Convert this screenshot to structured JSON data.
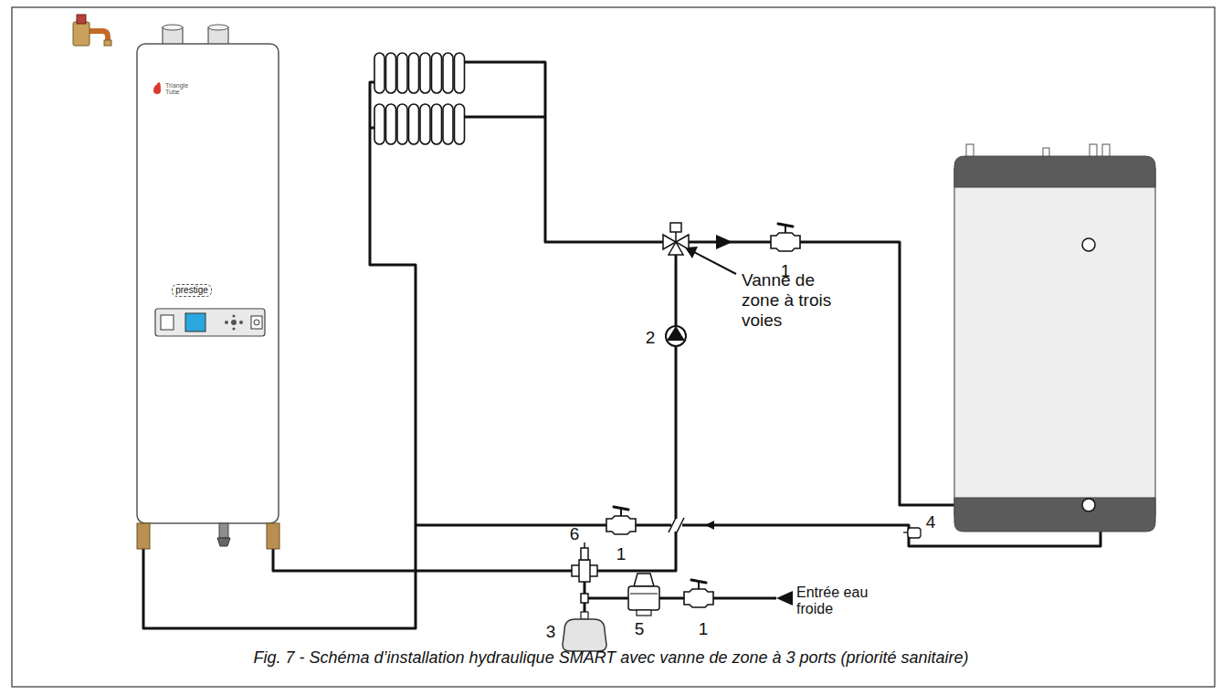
{
  "diagram": {
    "caption": "Fig. 7 - Schéma d’installation hydraulique SMART avec vanne de zone à 3 ports (priorité sanitaire)",
    "labels": [
      "Triangle Tube",
      "prestige",
      "Vanne de zone à trois voies",
      "1",
      "2",
      "6",
      "3",
      "5",
      "1",
      "Entrée eau froide",
      "1",
      "4"
    ]
  }
}
